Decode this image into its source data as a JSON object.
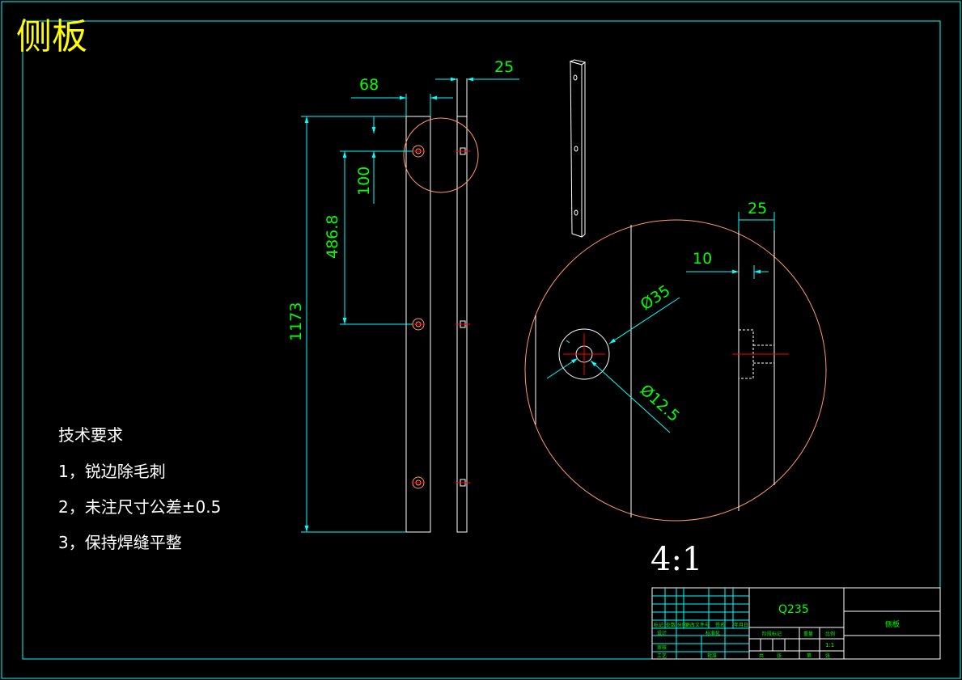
{
  "title": "侧板",
  "tech_notes": {
    "heading": "技术要求",
    "items": [
      "1，锐边除毛刺",
      "2，未注尺寸公差±0.5",
      "3，保持焊缝平整"
    ]
  },
  "dimensions": {
    "d68": "68",
    "d25_top": "25",
    "d100": "100",
    "d486": "486.8",
    "d1173": "1173",
    "d25_detail": "25",
    "d10": "10",
    "dia35": "Ø35",
    "dia12": "Ø12.5"
  },
  "scale_label": "4:1",
  "title_block": {
    "material": "Q235",
    "part_name": "侧板",
    "scale": "1:1",
    "labels": [
      "标记",
      "处数",
      "分区",
      "更改文件号",
      "签名",
      "年月日",
      "设计",
      "标准化",
      "阶段标记",
      "重量",
      "比例",
      "审核",
      "工艺",
      "批准",
      "共",
      "张",
      "第",
      "张"
    ]
  },
  "colors": {
    "frame": "#00ffff",
    "dimension": "#00ffff",
    "dim_text": "#00ff00",
    "title": "#ffff00",
    "outline": "#ffffff",
    "detail_circle": "#ff9966",
    "center": "#ff0000"
  }
}
